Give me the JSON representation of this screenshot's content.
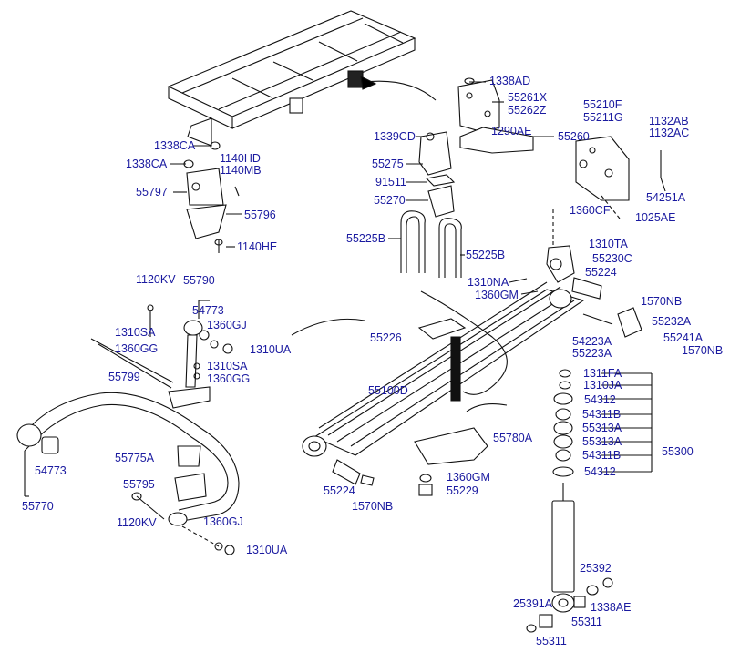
{
  "diagram": {
    "labels": {
      "p1338AD": "1338AD",
      "p55261X": "55261X",
      "p55262Z": "55262Z",
      "p1290AE": "1290AE",
      "p55260": "55260",
      "p1339CD": "1339CD",
      "p55275": "55275",
      "p91511": "91511",
      "p55270": "55270",
      "p55210F": "55210F",
      "p55211G": "55211G",
      "p1132AB": "1132AB",
      "p1132AC": "1132AC",
      "p54251A": "54251A",
      "p1360CF": "1360CF",
      "p1025AE": "1025AE",
      "p1310TA": "1310TA",
      "p55230C": "55230C",
      "p55224a": "55224",
      "p1570NBa": "1570NB",
      "p55232A": "55232A",
      "p54223A": "54223A",
      "p55223A": "55223A",
      "p55241A": "55241A",
      "p1570NBb": "1570NB",
      "p1338CA_a": "1338CA",
      "p1338CA_b": "1338CA",
      "p1140HD": "1140HD",
      "p1140MB": "1140MB",
      "p55797": "55797",
      "p55796": "55796",
      "p1140HE": "1140HE",
      "p55225B_a": "55225B",
      "p55225B_b": "55225B",
      "p1310NA": "1310NA",
      "p1360GM_a": "1360GM",
      "p1120KV_a": "1120KV",
      "p55790": "55790",
      "p54773_a": "54773",
      "p1360GJ_a": "1360GJ",
      "p1310SA_a": "1310SA",
      "p1310UA_a": "1310UA",
      "p1360GG_a": "1360GG",
      "p1310SA_b": "1310SA",
      "p1360GG_b": "1360GG",
      "p55799": "55799",
      "p55226": "55226",
      "p55100D": "55100D",
      "p54773_b": "54773",
      "p55770": "55770",
      "p55775A": "55775A",
      "p55795": "55795",
      "p1120KV_b": "1120KV",
      "p1360GJ_b": "1360GJ",
      "p1310UA_b": "1310UA",
      "p55780A": "55780A",
      "p1360GM_b": "1360GM",
      "p55229": "55229",
      "p55224b": "55224",
      "p1570NBc": "1570NB",
      "p1311FA": "1311FA",
      "p1310JA": "1310JA",
      "p54312a": "54312",
      "p54311Ba": "54311B",
      "p55313Aa": "55313A",
      "p55313Ab": "55313A",
      "p54311Bb": "54311B",
      "p54312b": "54312",
      "p55300": "55300",
      "p25392": "25392",
      "p25391A": "25391A",
      "p1338AE": "1338AE",
      "p55311a": "55311",
      "p55311b": "55311"
    }
  }
}
